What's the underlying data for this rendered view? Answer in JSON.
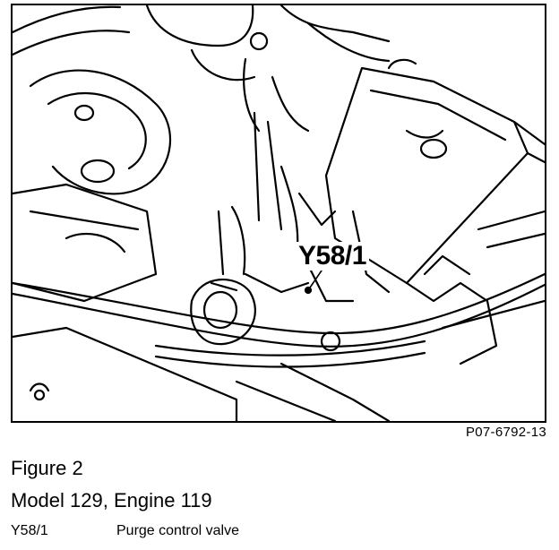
{
  "figure": {
    "callout_label": "Y58/1",
    "reference_code": "P07-6792-13"
  },
  "caption": {
    "title": "Figure 2",
    "model_line": "Model 129, Engine 119"
  },
  "legend": [
    {
      "code": "Y58/1",
      "description": "Purge control valve"
    }
  ],
  "colors": {
    "line": "#000000",
    "background": "#ffffff"
  }
}
